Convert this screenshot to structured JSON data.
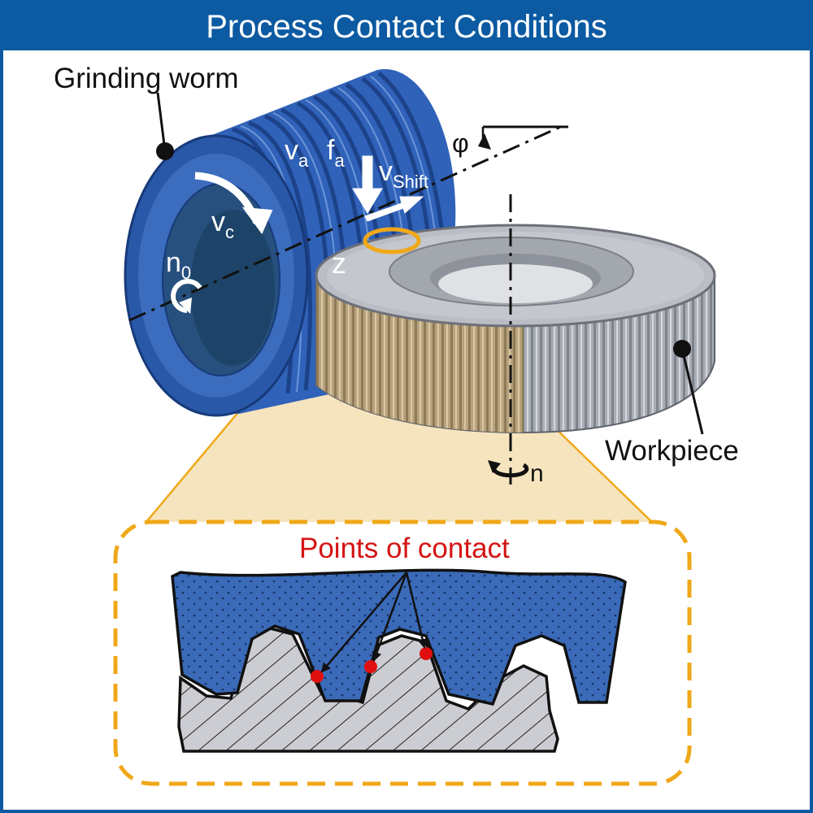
{
  "header": {
    "title": "Process Contact Conditions"
  },
  "labels": {
    "grinding_worm": "Grinding worm",
    "workpiece": "Workpiece",
    "points_of_contact": "Points of contact",
    "phi": "φ",
    "z": "z",
    "n": "n"
  },
  "symbols": {
    "va": {
      "base": "v",
      "sub": "a"
    },
    "fa": {
      "base": "f",
      "sub": "a"
    },
    "vshift": {
      "base": "v",
      "sub": "Shift"
    },
    "vc": {
      "base": "v",
      "sub": "c"
    },
    "n0": {
      "base": "n",
      "sub": "0"
    }
  },
  "colors": {
    "header_bg": "#0b5aa2",
    "worm_blue": "#2f62b8",
    "worm_dark": "#1b3f86",
    "contact_orange": "#f0a818",
    "contact_red": "#e01010",
    "workpiece_grey": "#a6aab3",
    "zoom_fill": "#f5dfb3"
  }
}
